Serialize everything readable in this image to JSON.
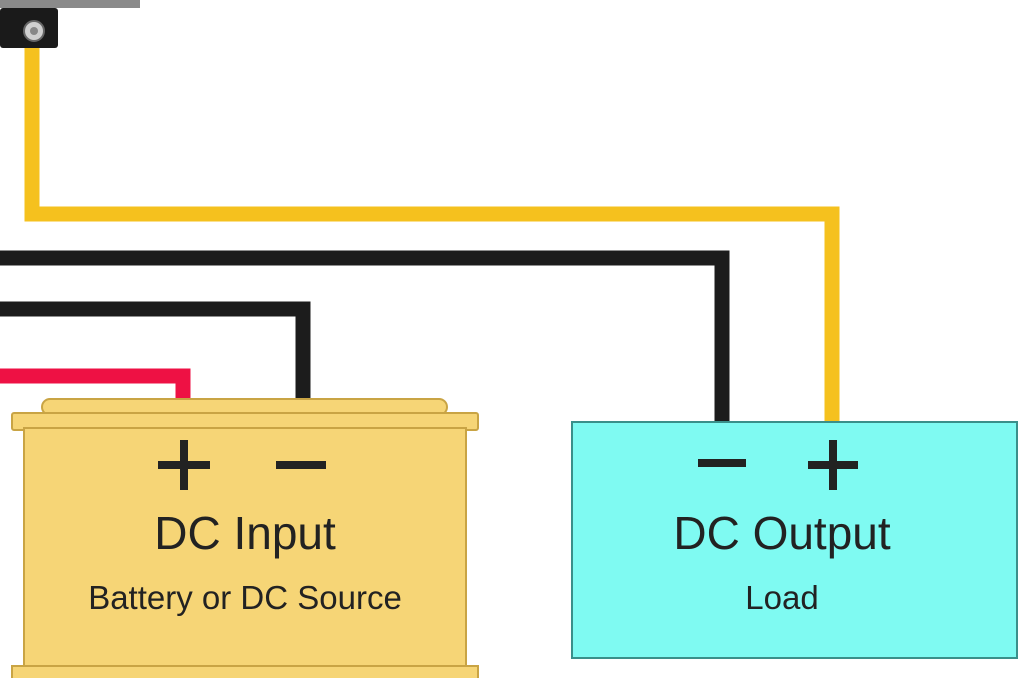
{
  "colors": {
    "wire_yellow": "#f5c11e",
    "wire_black": "#1c1c1c",
    "wire_red": "#ee1144",
    "battery_fill": "#f6d576",
    "battery_edge": "#c9a444",
    "load_fill": "#7ffaf2",
    "load_edge": "#3a8f8a",
    "terminal_body": "#1a1a1a"
  },
  "battery": {
    "plus_symbol": "+",
    "minus_symbol": "−",
    "title": "DC Input",
    "subtitle": "Battery or DC Source"
  },
  "load": {
    "minus_symbol": "−",
    "plus_symbol": "+",
    "title": "DC Output",
    "subtitle": "Load"
  }
}
